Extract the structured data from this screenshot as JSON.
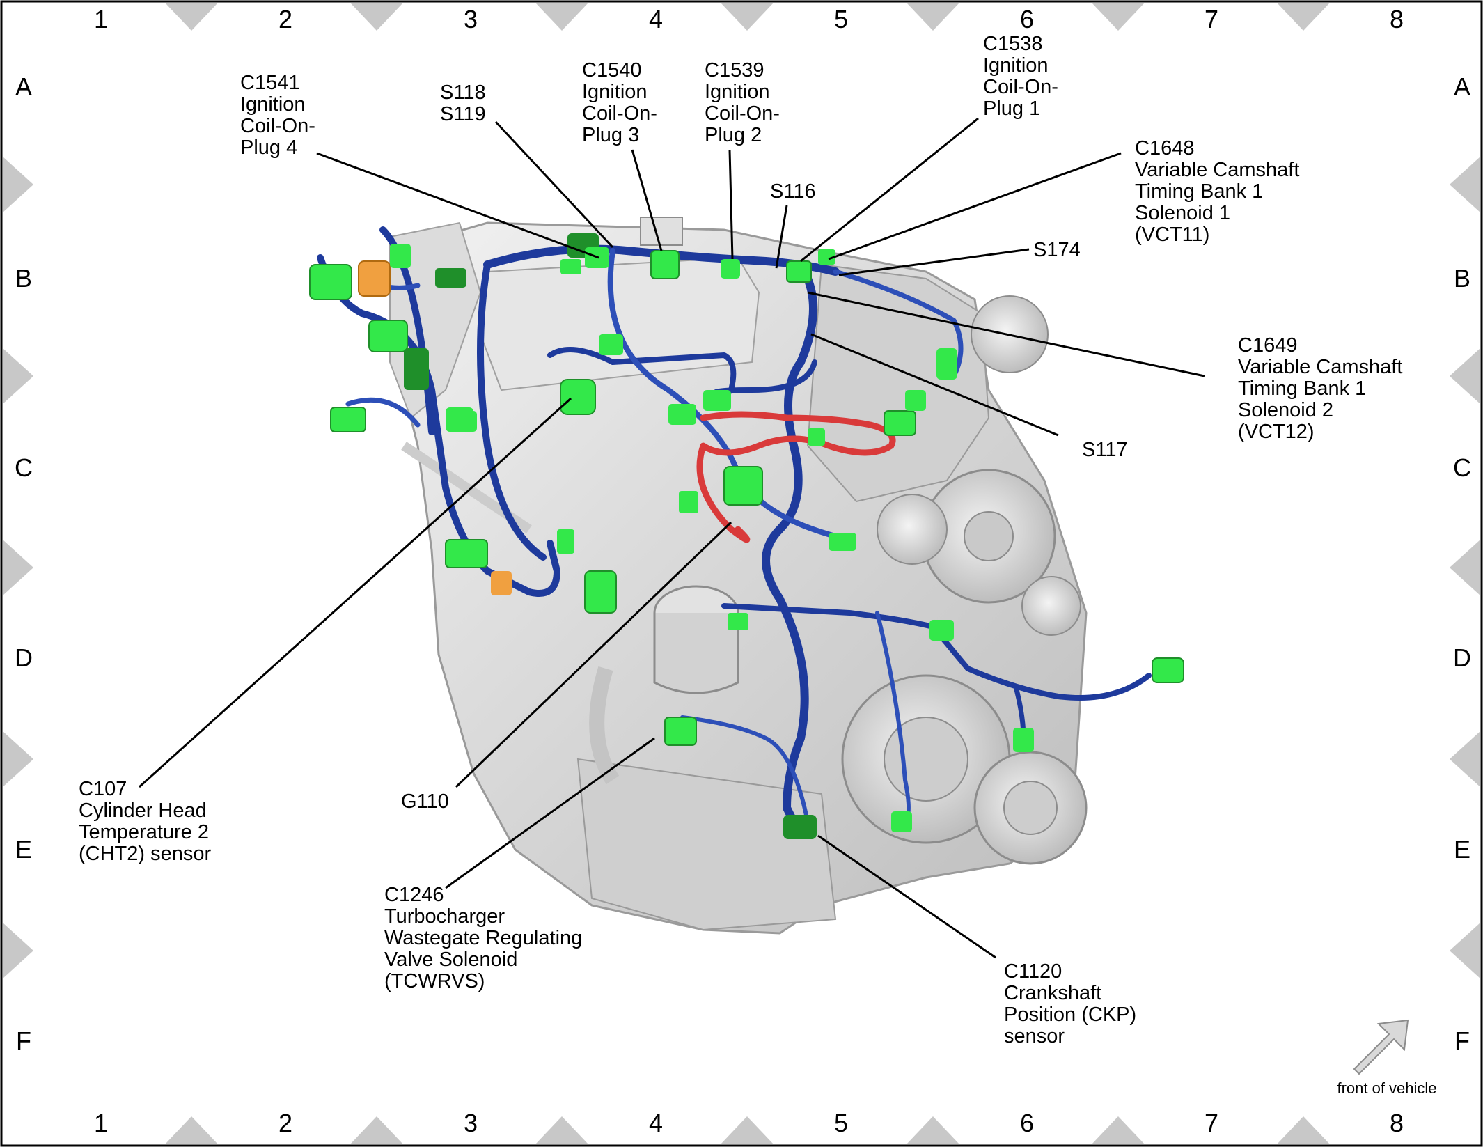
{
  "grid": {
    "columns": [
      "1",
      "2",
      "3",
      "4",
      "5",
      "6",
      "7",
      "8"
    ],
    "rows": [
      "A",
      "B",
      "C",
      "D",
      "E",
      "F"
    ]
  },
  "callouts": [
    {
      "id": "c1541",
      "lines": [
        "C1541",
        "Ignition",
        "Coil-On-",
        "Plug 4"
      ]
    },
    {
      "id": "s118",
      "lines": [
        "S118",
        "S119"
      ]
    },
    {
      "id": "c1540",
      "lines": [
        "C1540",
        "Ignition",
        "Coil-On-",
        "Plug 3"
      ]
    },
    {
      "id": "c1539",
      "lines": [
        "C1539",
        "Ignition",
        "Coil-On-",
        "Plug 2"
      ]
    },
    {
      "id": "c1538",
      "lines": [
        "C1538",
        "Ignition",
        "Coil-On-",
        "Plug 1"
      ]
    },
    {
      "id": "c1648",
      "lines": [
        "C1648",
        "Variable Camshaft",
        "Timing Bank 1",
        "Solenoid 1",
        "(VCT11)"
      ]
    },
    {
      "id": "s116",
      "lines": [
        "S116"
      ]
    },
    {
      "id": "s174",
      "lines": [
        "S174"
      ]
    },
    {
      "id": "c1649",
      "lines": [
        "C1649",
        "Variable Camshaft",
        "Timing Bank 1",
        "Solenoid 2",
        "(VCT12)"
      ]
    },
    {
      "id": "s117",
      "lines": [
        "S117"
      ]
    },
    {
      "id": "c107",
      "lines": [
        "C107",
        "Cylinder Head",
        "Temperature 2",
        "(CHT2) sensor"
      ]
    },
    {
      "id": "g110",
      "lines": [
        "G110"
      ]
    },
    {
      "id": "c1246",
      "lines": [
        "C1246",
        "Turbocharger",
        "Wastegate Regulating",
        "Valve Solenoid",
        "(TCWRVS)"
      ]
    },
    {
      "id": "c1120",
      "lines": [
        "C1120",
        "Crankshaft",
        "Position (CKP)",
        "sensor"
      ]
    }
  ],
  "front_indicator": {
    "label": "front of vehicle",
    "icon": "arrow-up-right-icon"
  },
  "colors": {
    "harness": "#1e3a9c",
    "harness_light": "#5b7fd6",
    "connector": "#33e84a",
    "connector_dark": "#1f8f2a",
    "splice_orange": "#f0a040",
    "red_harness": "#d93a3a",
    "engine": "#d9d9d9",
    "frame_triangle": "#c8c8c8"
  }
}
